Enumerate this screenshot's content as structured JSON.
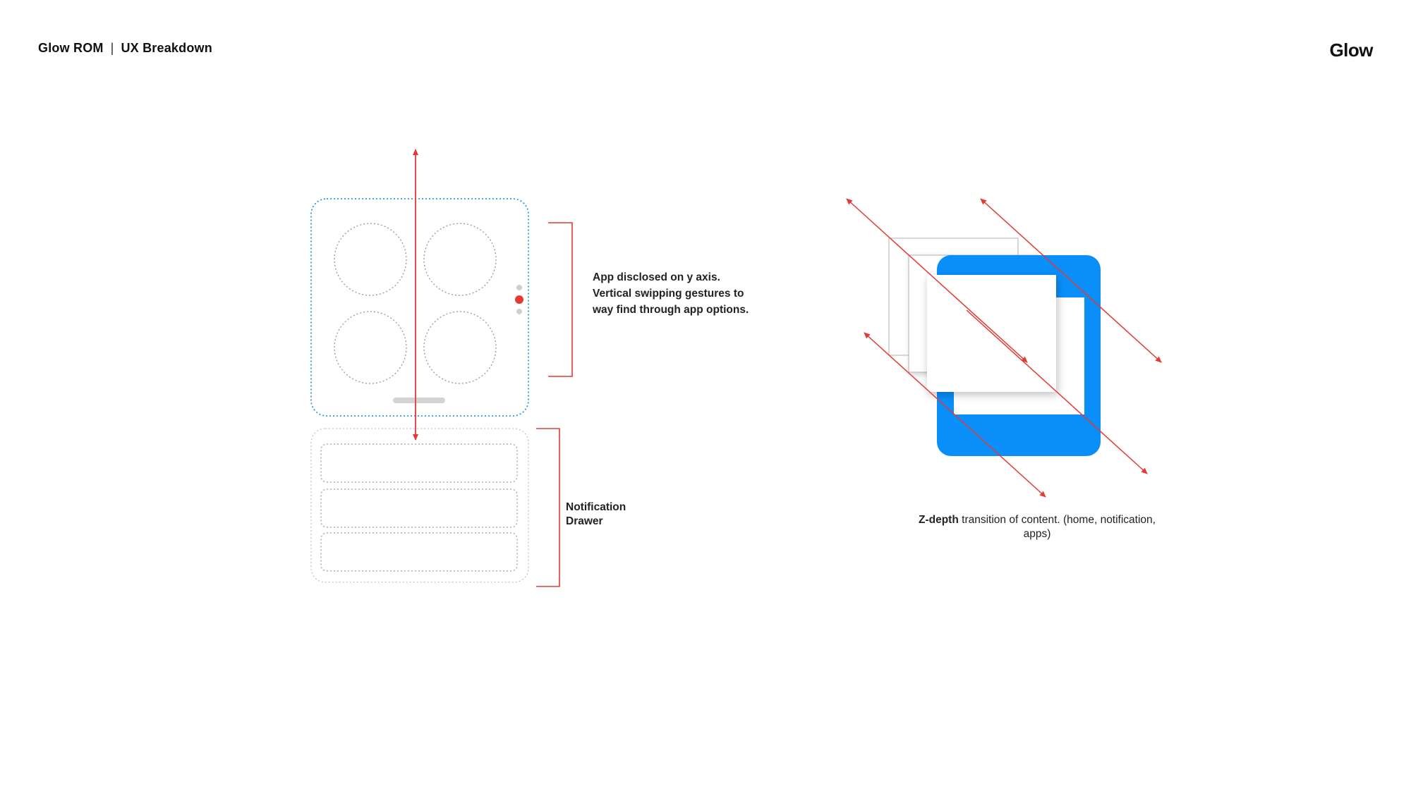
{
  "header": {
    "product": "Glow ROM",
    "separator": "|",
    "section": "UX Breakdown",
    "logo_text": "Glow"
  },
  "left_diagram": {
    "caption_lines": [
      "App disclosed on y axis.",
      "Vertical swipping gestures to",
      "way find through app options."
    ],
    "drawer_label_lines": [
      "Notification",
      "Drawer"
    ]
  },
  "right_diagram": {
    "caption_bold": "Z-depth",
    "caption_rest": " transition of content. (home, notification, apps)"
  },
  "colors": {
    "accent_red": "#e53935",
    "screen_blue": "#0a8ff9",
    "dotted_blue": "#2a9bd8",
    "dotted_gray": "#9e9e9e"
  },
  "icons": [
    "arrow-up-icon",
    "arrow-down-icon",
    "page-indicator-dot"
  ]
}
